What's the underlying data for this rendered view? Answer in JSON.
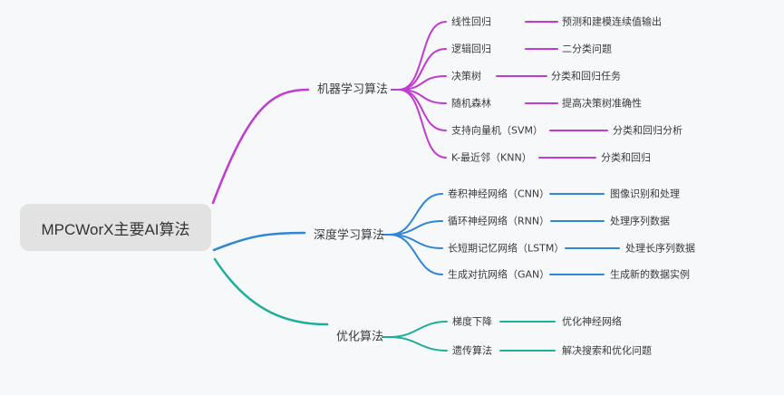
{
  "root": {
    "label": "MPCWorX主要AI算法"
  },
  "branches": [
    {
      "label": "机器学习算法",
      "color": "#c03bd0",
      "children": [
        {
          "label": "线性回归",
          "detail": "预测和建模连续值输出"
        },
        {
          "label": "逻辑回归",
          "detail": "二分类问题"
        },
        {
          "label": "决策树",
          "detail": "分类和回归任务"
        },
        {
          "label": "随机森林",
          "detail": "提高决策树准确性"
        },
        {
          "label": "支持向量机（SVM）",
          "detail": "分类和回归分析"
        },
        {
          "label": "K-最近邻（KNN）",
          "detail": "分类和回归"
        }
      ]
    },
    {
      "label": "深度学习算法",
      "color": "#2f86d6",
      "children": [
        {
          "label": "卷积神经网络（CNN）",
          "detail": "图像识别和处理"
        },
        {
          "label": "循环神经网络（RNN）",
          "detail": "处理序列数据"
        },
        {
          "label": "长短期记忆网络（LSTM）",
          "detail": "处理长序列数据"
        },
        {
          "label": "生成对抗网络（GAN）",
          "detail": "生成新的数据实例"
        }
      ]
    },
    {
      "label": "优化算法",
      "color": "#1fae9a",
      "children": [
        {
          "label": "梯度下降",
          "detail": "优化神经网络"
        },
        {
          "label": "遗传算法",
          "detail": "解决搜索和优化问题"
        }
      ]
    }
  ]
}
